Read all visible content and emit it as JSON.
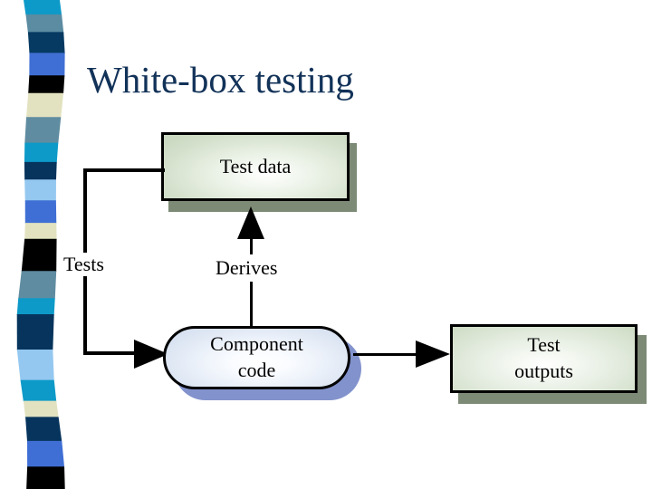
{
  "slide": {
    "title": "White-box testing",
    "title_color": "#123258",
    "background": "#ffffff"
  },
  "side_strip": {
    "name": "decorative-color-strip",
    "description": "wavy vertical band of stacked color blocks along the left edge",
    "bands": [
      {
        "color": "#0d9ac8",
        "height": 18
      },
      {
        "color": "#5b8ca2",
        "height": 22
      },
      {
        "color": "#063a62",
        "height": 26
      },
      {
        "color": "#3f6fd4",
        "height": 28
      },
      {
        "color": "#000000",
        "height": 22
      },
      {
        "color": "#e3e2c0",
        "height": 30
      },
      {
        "color": "#5f8ca0",
        "height": 32
      },
      {
        "color": "#0d9ac8",
        "height": 24
      },
      {
        "color": "#06345c",
        "height": 22
      },
      {
        "color": "#95c8f0",
        "height": 26
      },
      {
        "color": "#3f6fd4",
        "height": 28
      },
      {
        "color": "#e3e2c0",
        "height": 20
      },
      {
        "color": "#000000",
        "height": 40
      },
      {
        "color": "#5f8ca0",
        "height": 34
      },
      {
        "color": "#0d9ac8",
        "height": 20
      },
      {
        "color": "#06345c",
        "height": 44
      },
      {
        "color": "#95c8f0",
        "height": 38
      },
      {
        "color": "#0d9ac8",
        "height": 26
      },
      {
        "color": "#e3e2c0",
        "height": 20
      },
      {
        "color": "#06345c",
        "height": 30
      },
      {
        "color": "#3f6fd4",
        "height": 32
      },
      {
        "color": "#000000",
        "height": 28
      }
    ]
  },
  "diagram": {
    "nodes": [
      {
        "id": "test-data",
        "label": "Test data",
        "shape": "rectangle",
        "fill": "#e2ebdc",
        "border": "#000000",
        "shadow": "#7d8a76"
      },
      {
        "id": "component-code",
        "label": "Component\ncode",
        "label_line1": "Component",
        "label_line2": "code",
        "shape": "rounded-rectangle",
        "fill": "#e4ecf8",
        "border": "#000000",
        "shadow": "#8292cc"
      },
      {
        "id": "test-outputs",
        "label": "Test\noutputs",
        "label_line1": "Test",
        "label_line2": "outputs",
        "shape": "rectangle",
        "fill": "#e4ece0",
        "border": "#000000",
        "shadow": "#7d8a76"
      }
    ],
    "edges": [
      {
        "id": "tests-to-component",
        "label": "Tests",
        "from": "test-data",
        "to": "component-code",
        "style": "bracket-with-arrow",
        "color": "#000000"
      },
      {
        "id": "derives",
        "label": "Derives",
        "from": "component-code",
        "to": "test-data",
        "style": "arrow-up",
        "color": "#000000"
      },
      {
        "id": "component-to-outputs",
        "label": "",
        "from": "component-code",
        "to": "test-outputs",
        "style": "arrow-right",
        "color": "#000000"
      }
    ]
  }
}
